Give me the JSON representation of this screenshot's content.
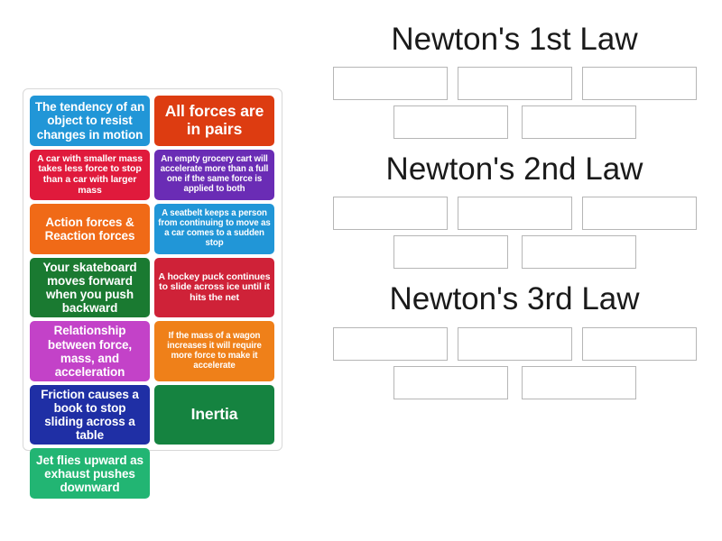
{
  "tray": {
    "label": "sortable-tile-tray",
    "tiles": [
      {
        "text": "The tendency of an object to resist changes in motion",
        "color": "#2196d7",
        "size": "md"
      },
      {
        "text": "All forces are in pairs",
        "color": "#dd3c11",
        "size": "lg"
      },
      {
        "text": "A car with smaller mass takes less force to stop than a car with larger mass",
        "color": "#e01a3c",
        "size": "sm"
      },
      {
        "text": "An empty grocery cart will accelerate more than a full one if the same force is applied to both",
        "color": "#6a2cb5",
        "size": "xs"
      },
      {
        "text": "Action forces & Reaction forces",
        "color": "#f06a17",
        "size": "md"
      },
      {
        "text": "A seatbelt keeps a person from continuing to move as a car comes to a sudden stop",
        "color": "#2196d7",
        "size": "xs"
      },
      {
        "text": "Your skateboard moves forward when you push backward",
        "color": "#1a7a31",
        "size": "md"
      },
      {
        "text": "A hockey puck continues to slide across ice until it hits the net",
        "color": "#cf2238",
        "size": "sm"
      },
      {
        "text": "Relationship between force, mass, and acceleration",
        "color": "#c342c8",
        "size": "md"
      },
      {
        "text": "If the mass of a wagon increases it will require more force to make it accelerate",
        "color": "#ef8019",
        "size": "xs"
      },
      {
        "text": "Friction causes a book to stop sliding across a table",
        "color": "#1f2fa5",
        "size": "md"
      },
      {
        "text": "Inertia",
        "color": "#158340",
        "size": "lg"
      },
      {
        "text": "Jet flies upward as exhaust pushes downward",
        "color": "#22b573",
        "size": "md"
      }
    ]
  },
  "categories": [
    {
      "title": "Newton's 1st Law",
      "row_a_slots": [
        "",
        "",
        ""
      ],
      "row_b_slots": [
        "",
        ""
      ]
    },
    {
      "title": "Newton's 2nd Law",
      "row_a_slots": [
        "",
        "",
        ""
      ],
      "row_b_slots": [
        "",
        ""
      ]
    },
    {
      "title": "Newton's 3rd Law",
      "row_a_slots": [
        "",
        "",
        ""
      ],
      "row_b_slots": [
        "",
        ""
      ]
    }
  ]
}
